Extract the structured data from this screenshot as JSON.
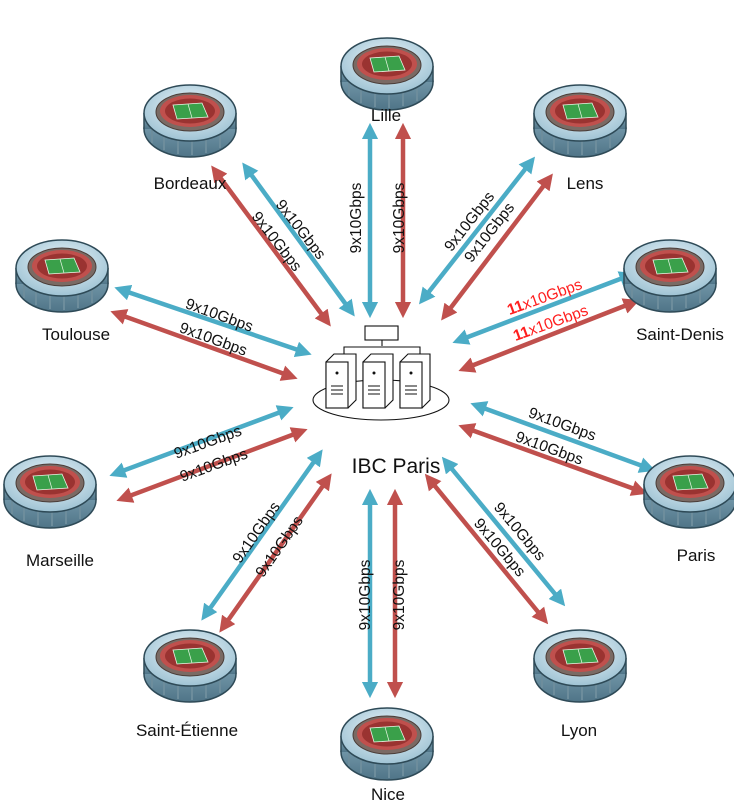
{
  "hub": {
    "label": "IBC Paris"
  },
  "colors": {
    "uplink": "#4bacc6",
    "downlink": "#c0504d",
    "highlight": "#ff1e1e"
  },
  "venues": [
    {
      "id": "lille",
      "name": "Lille",
      "link": {
        "up": "9x10Gbps",
        "down": "9x10Gbps"
      }
    },
    {
      "id": "lens",
      "name": "Lens",
      "link": {
        "up": "9x10Gbps",
        "down": "9x10Gbps"
      }
    },
    {
      "id": "saint-denis",
      "name": "Saint-Denis",
      "link": {
        "up": "11x10Gbps",
        "down": "11x10Gbps",
        "up_count": "11",
        "up_unit": "x10Gbps",
        "down_count": "11",
        "down_unit": "x10Gbps",
        "highlight": true
      }
    },
    {
      "id": "paris",
      "name": "Paris",
      "link": {
        "up": "9x10Gbps",
        "down": "9x10Gbps"
      }
    },
    {
      "id": "lyon",
      "name": "Lyon",
      "link": {
        "up": "9x10Gbps",
        "down": "9x10Gbps"
      }
    },
    {
      "id": "nice",
      "name": "Nice",
      "link": {
        "up": "9x10Gbps",
        "down": "9x10Gbps"
      }
    },
    {
      "id": "saint-etienne",
      "name": "Saint-Étienne",
      "link": {
        "up": "9x10Gbps",
        "down": "9x10Gbps"
      }
    },
    {
      "id": "marseille",
      "name": "Marseille",
      "link": {
        "up": "9x10Gbps",
        "down": "9x10Gbps"
      }
    },
    {
      "id": "toulouse",
      "name": "Toulouse",
      "link": {
        "up": "9x10Gbps",
        "down": "9x10Gbps"
      }
    },
    {
      "id": "bordeaux",
      "name": "Bordeaux",
      "link": {
        "up": "9x10Gbps",
        "down": "9x10Gbps"
      }
    }
  ]
}
